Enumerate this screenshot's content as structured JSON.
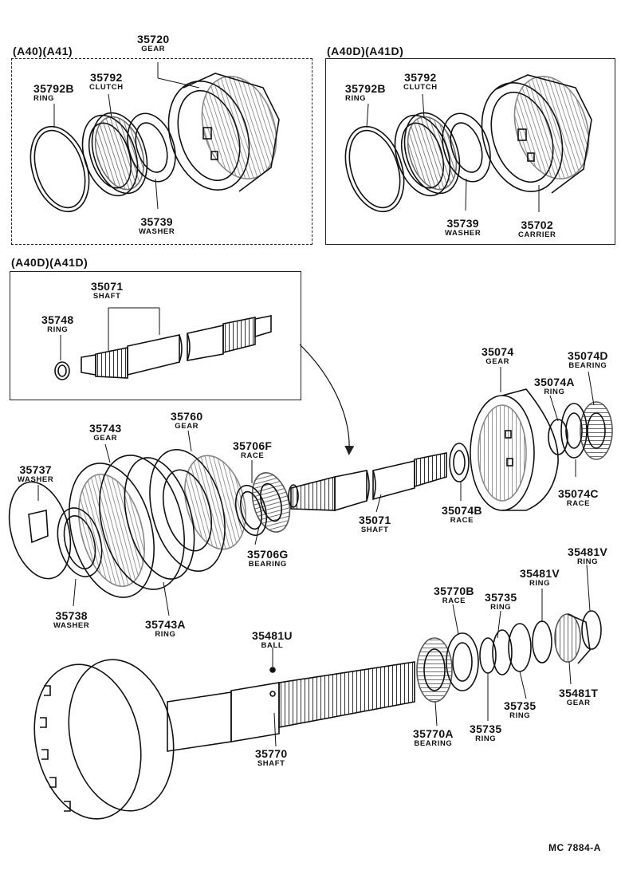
{
  "headers": {
    "top_left": "(A40)(A41)",
    "top_right": "(A40D)(A41D)",
    "middle_left": "(A40D)(A41D)"
  },
  "labels": [
    {
      "key": "p35720",
      "part": "35720",
      "name": "GEAR"
    },
    {
      "key": "p35792_l",
      "part": "35792",
      "name": "CLUTCH"
    },
    {
      "key": "p35792b_l",
      "part": "35792B",
      "name": "RING"
    },
    {
      "key": "p35739_l",
      "part": "35739",
      "name": "WASHER"
    },
    {
      "key": "p35792_r",
      "part": "35792",
      "name": "CLUTCH"
    },
    {
      "key": "p35792b_r",
      "part": "35792B",
      "name": "RING"
    },
    {
      "key": "p35739_r",
      "part": "35739",
      "name": "WASHER"
    },
    {
      "key": "p35702",
      "part": "35702",
      "name": "CARRIER"
    },
    {
      "key": "p35071_top",
      "part": "35071",
      "name": "SHAFT"
    },
    {
      "key": "p35748",
      "part": "35748",
      "name": "RING"
    },
    {
      "key": "p35074",
      "part": "35074",
      "name": "GEAR"
    },
    {
      "key": "p35074d",
      "part": "35074D",
      "name": "BEARING"
    },
    {
      "key": "p35074a",
      "part": "35074A",
      "name": "RING"
    },
    {
      "key": "p35074c",
      "part": "35074C",
      "name": "RACE"
    },
    {
      "key": "p35074b",
      "part": "35074B",
      "name": "RACE"
    },
    {
      "key": "p35071_mid",
      "part": "35071",
      "name": "SHAFT"
    },
    {
      "key": "p35743",
      "part": "35743",
      "name": "GEAR"
    },
    {
      "key": "p35760",
      "part": "35760",
      "name": "GEAR"
    },
    {
      "key": "p35706f",
      "part": "35706F",
      "name": "RACE"
    },
    {
      "key": "p35706g",
      "part": "35706G",
      "name": "BEARING"
    },
    {
      "key": "p35737",
      "part": "35737",
      "name": "WASHER"
    },
    {
      "key": "p35738",
      "part": "35738",
      "name": "WASHER"
    },
    {
      "key": "p35743a",
      "part": "35743A",
      "name": "RING"
    },
    {
      "key": "p35481v_a",
      "part": "35481V",
      "name": "RING"
    },
    {
      "key": "p35481v_b",
      "part": "35481V",
      "name": "RING"
    },
    {
      "key": "p35770b",
      "part": "35770B",
      "name": "RACE"
    },
    {
      "key": "p35735_a",
      "part": "35735",
      "name": "RING"
    },
    {
      "key": "p35481u",
      "part": "35481U",
      "name": "BALL"
    },
    {
      "key": "p35481t",
      "part": "35481T",
      "name": "GEAR"
    },
    {
      "key": "p35735_b",
      "part": "35735",
      "name": "RING"
    },
    {
      "key": "p35735_c",
      "part": "35735",
      "name": "RING"
    },
    {
      "key": "p35770a",
      "part": "35770A",
      "name": "BEARING"
    },
    {
      "key": "p35770",
      "part": "35770",
      "name": "SHAFT"
    }
  ],
  "footer": "MC  7884-A"
}
